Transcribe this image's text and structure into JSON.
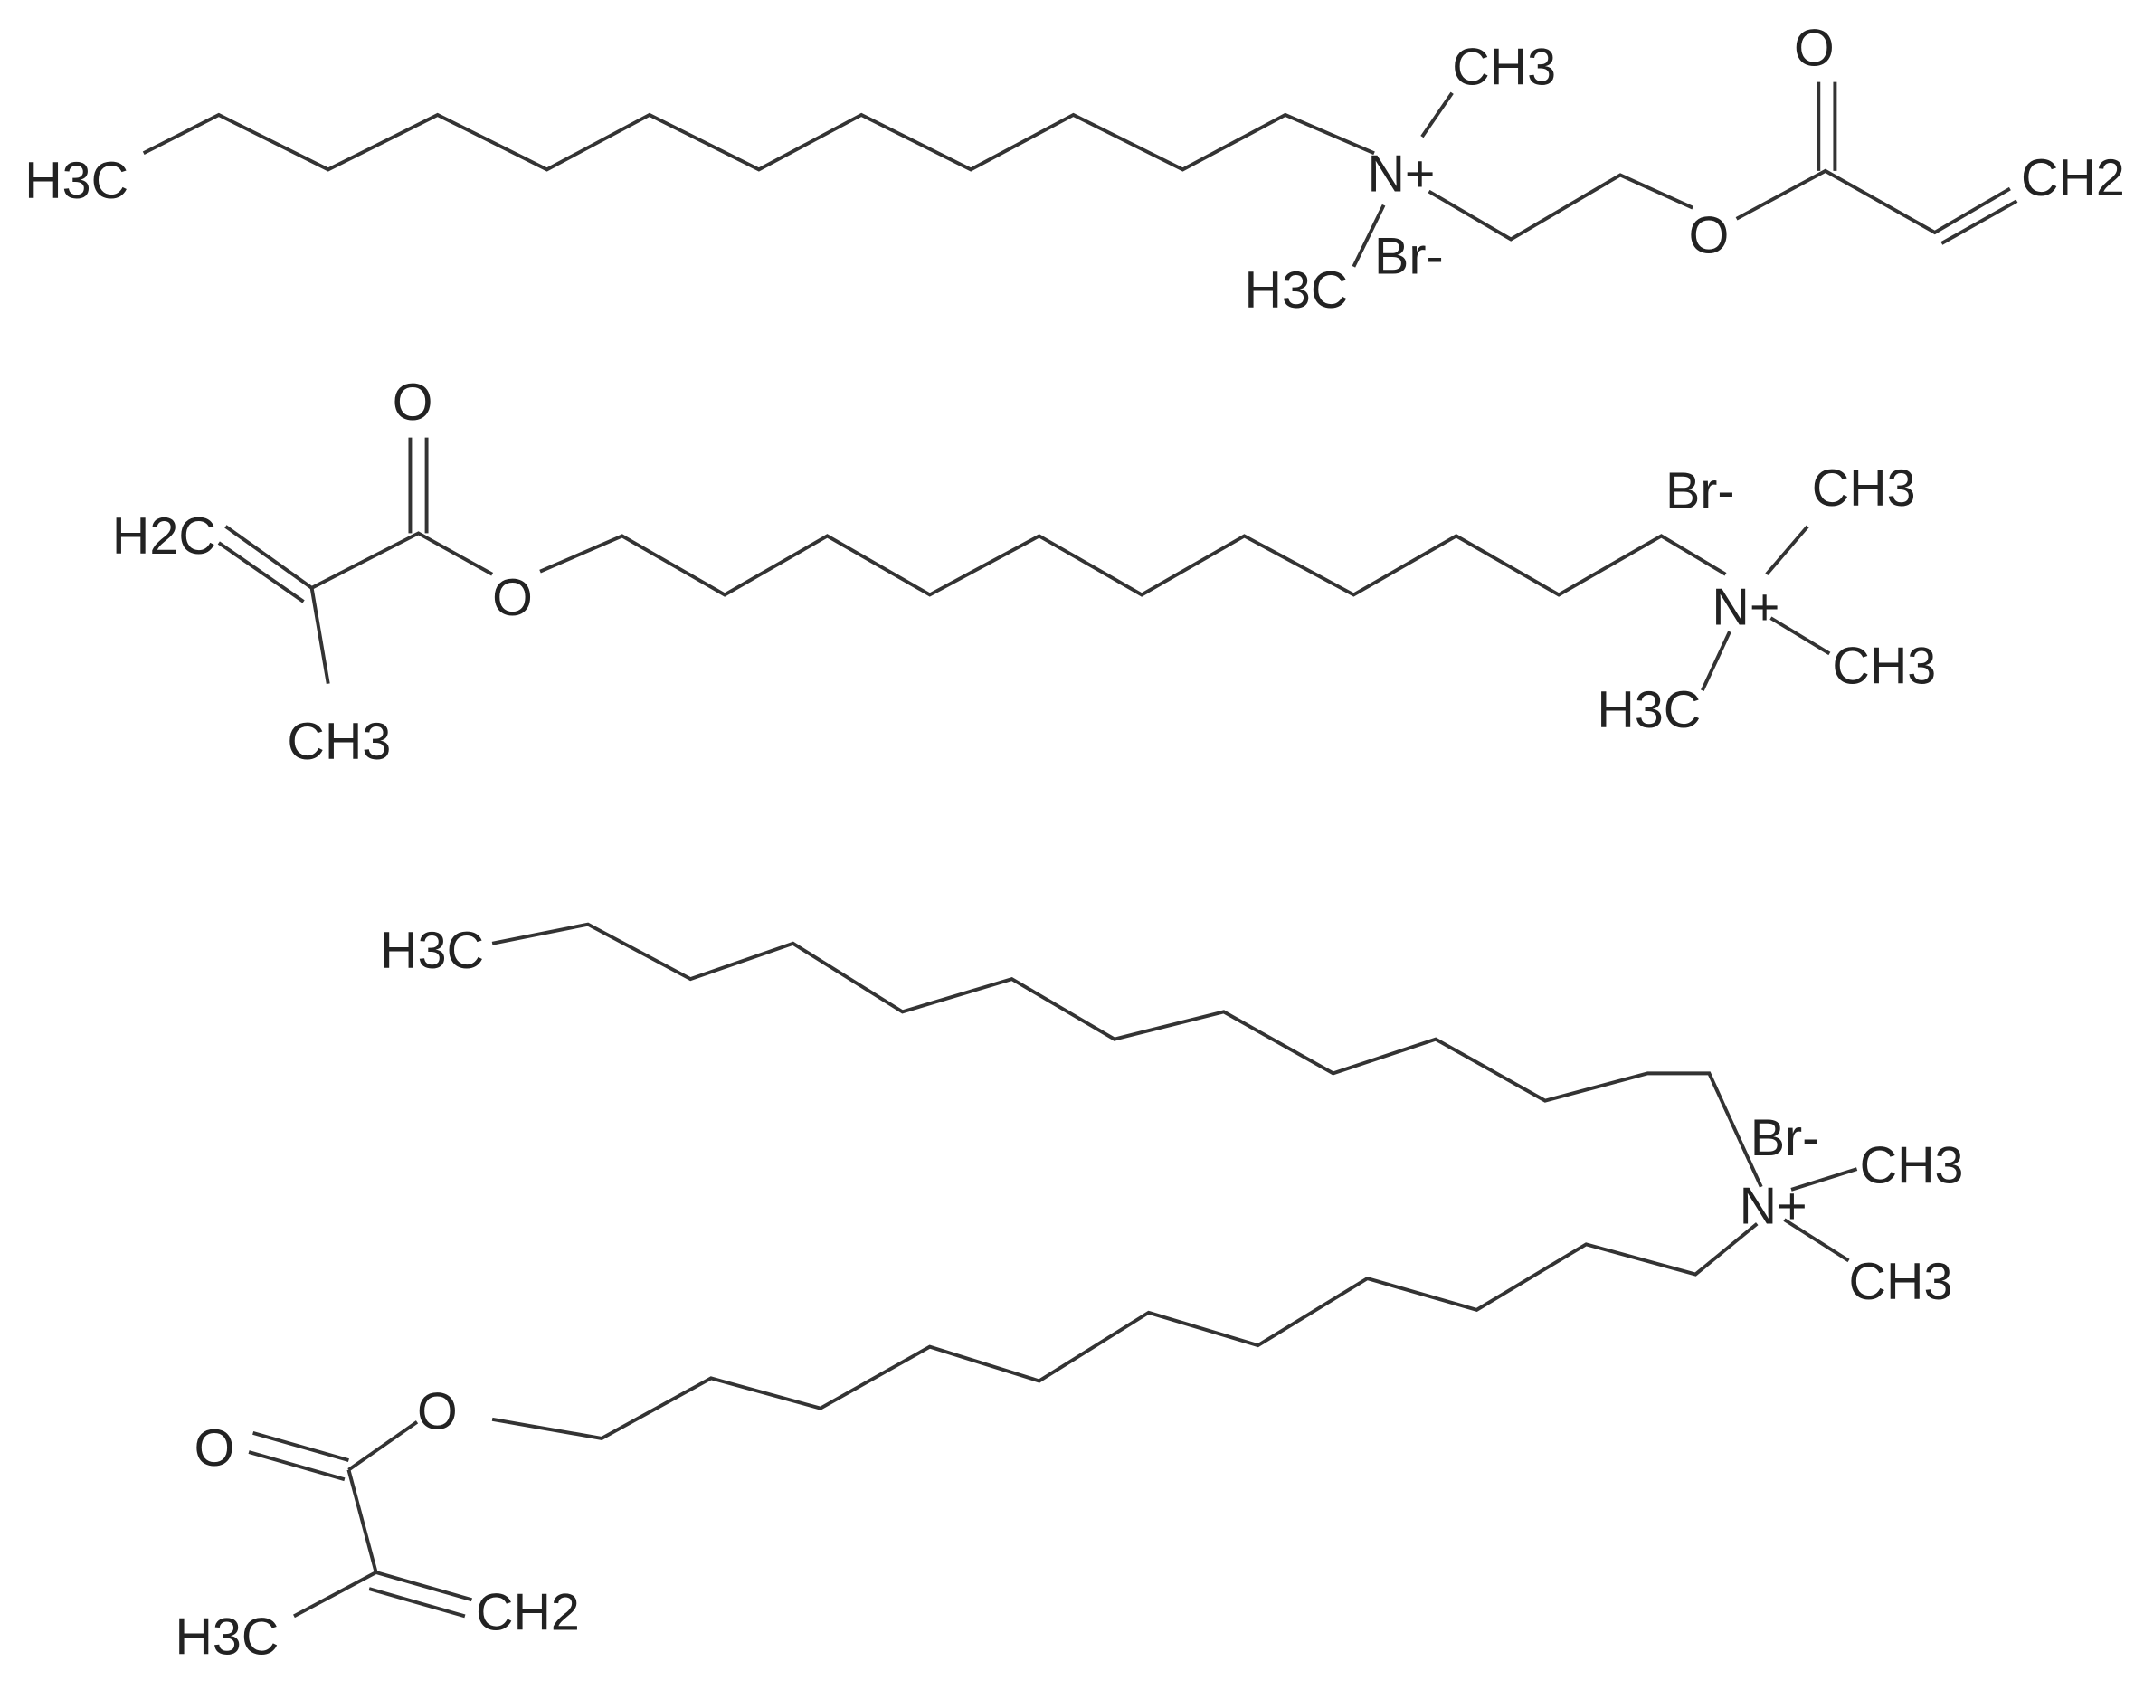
{
  "molecules": [
    {
      "labels": [
        "H3C",
        "CH3",
        "N+",
        "H3C",
        "Br-",
        "O",
        "O",
        "CH2"
      ]
    },
    {
      "labels": [
        "O",
        "H2C",
        "CH3",
        "O",
        "Br-",
        "CH3",
        "N+",
        "CH3",
        "H3C"
      ]
    },
    {
      "labels": [
        "H3C",
        "Br-",
        "CH3",
        "N+",
        "CH3",
        "O",
        "O",
        "CH2",
        "H3C"
      ]
    }
  ],
  "colors": {
    "bond": "#333333",
    "text": "#222222",
    "background": "#ffffff"
  }
}
